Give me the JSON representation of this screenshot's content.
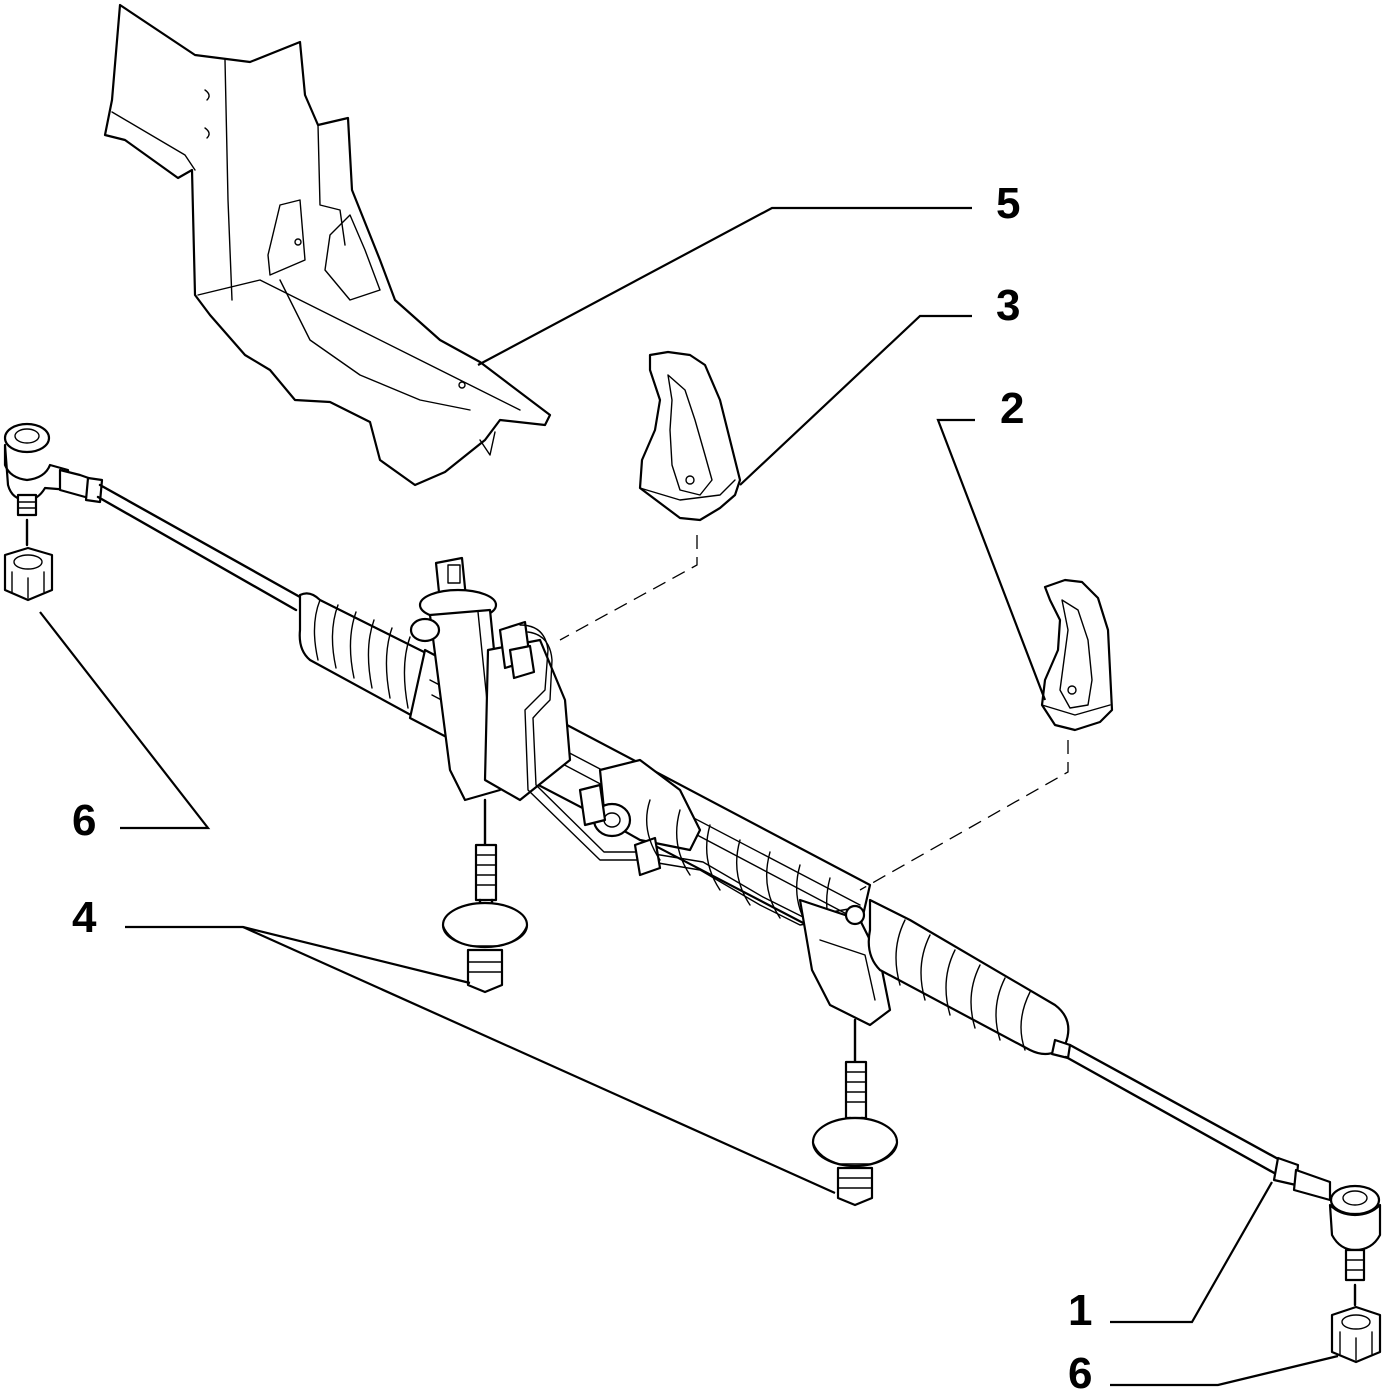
{
  "callouts": [
    {
      "id": "c5",
      "text": "5"
    },
    {
      "id": "c3",
      "text": "3"
    },
    {
      "id": "c2",
      "text": "2"
    },
    {
      "id": "c6a",
      "text": "6"
    },
    {
      "id": "c4",
      "text": "4"
    },
    {
      "id": "c1",
      "text": "1"
    },
    {
      "id": "c6b",
      "text": "6"
    }
  ]
}
